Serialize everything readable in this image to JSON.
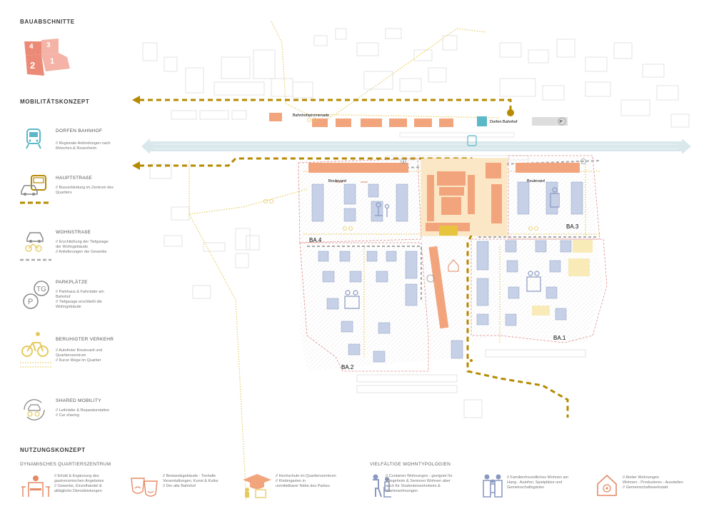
{
  "sections": {
    "bauabschnitte": "BAUABSCHNITTE",
    "mobility": "MOBILITÄTSKONZEPT",
    "usage": "NUTZUNGSKONZEPT"
  },
  "phases": [
    "4",
    "3",
    "2",
    "1"
  ],
  "colors": {
    "phase_dark": "#ec8a78",
    "phase_light": "#f4b3a6",
    "building_orange": "#f2a57d",
    "building_blue": "#c6d0e6",
    "main_road": "#b68a00",
    "quiet_traffic": "#ead067",
    "rail": "#d6e6e9",
    "ba_boundary": "#e08b8b",
    "street_gray": "#aaaaaa"
  },
  "legend": [
    {
      "icon": "train-icon",
      "title": "DORFEN BAHNHOF",
      "desc": "// Regionale Anbindungen nach\nMünchen & Rosenheim"
    },
    {
      "icon": "bus-car-icon",
      "title": "HAUPTSTRAßE",
      "desc": "// Busverbindung im Zentrum des\nQuartiers"
    },
    {
      "icon": "car-bike-icon",
      "title": "WOHNSTRAßE",
      "desc": "// Erschließung der Tiefgarage\nder Wohngebäude\n// Anlieferungen der Gewerbe"
    },
    {
      "icon": "parking-icon",
      "title": "PARKPLÄTZE",
      "desc": "// Parkhaus & Fahrräder am\nBahnhof\n// Tiefgarage erschließt die\nWohngebäude"
    },
    {
      "icon": "cyclist-icon",
      "title": "BERUHIGTER VERKEHR",
      "desc": "// Autofreier Boulevard und\nQuartierszentrum\n// Kurze Wege im Quartier"
    },
    {
      "icon": "shared-mobility-icon",
      "title": "SHARED MOBILITY",
      "desc": "// Leihräder & Reparaturstation\n// Car sharing"
    }
  ],
  "map_labels": {
    "bahnhofspromenade": "Bahnhofspromenade",
    "dorfen_bahnhof": "Dorfen Bahnhof",
    "boulevard_left": "Boulevard",
    "boulevard_right": "Boulevard",
    "parking_p": "P",
    "ba1": "BA.1",
    "ba2": "BA.2",
    "ba3": "BA.3",
    "ba4": "BA.4"
  },
  "usage": {
    "left_title": "DYNAMISCHES QUARTIERSZENTRUM",
    "right_title": "VIELFÄLTIGE WOHNTYPOLOGIEN",
    "items": [
      {
        "icon": "restaurant-icon",
        "desc": "// Erhalt & Ergänzung des\ngastronomischen Angebotes\n// Gewerbe, Einzelhändel &\nalltägliche Dienstleistungen"
      },
      {
        "icon": "theater-masks-icon",
        "desc": "// Bestandsgebäude - Tonhalle\nVeranstaltungen, Kunst & Kultur\n// Der alte Bahnhof"
      },
      {
        "icon": "graduation-icon",
        "desc": "// Hochschule im Quartierszentrum\n// Kindergarten in\nunmittelbarer Nähe des Parkes"
      },
      {
        "icon": "senior-icon",
        "desc": "// Container Wohnungen - geeignet für\nPflegeheim & Senioren Wohnen aber\nauch für Studentenwohnheim &\nStarterwohnungen"
      },
      {
        "icon": "family-icon",
        "desc": "// Familienfreundliches Wohnen am\nHang - Autofrei, Spielplätze und\nGemeinschaftsgärten"
      },
      {
        "icon": "atelier-house-icon",
        "desc": "// Atelier Wohnungen\nWohnen - Produzieren - Ausstellen\n// Gemeinschaftswerkstatt"
      }
    ]
  }
}
